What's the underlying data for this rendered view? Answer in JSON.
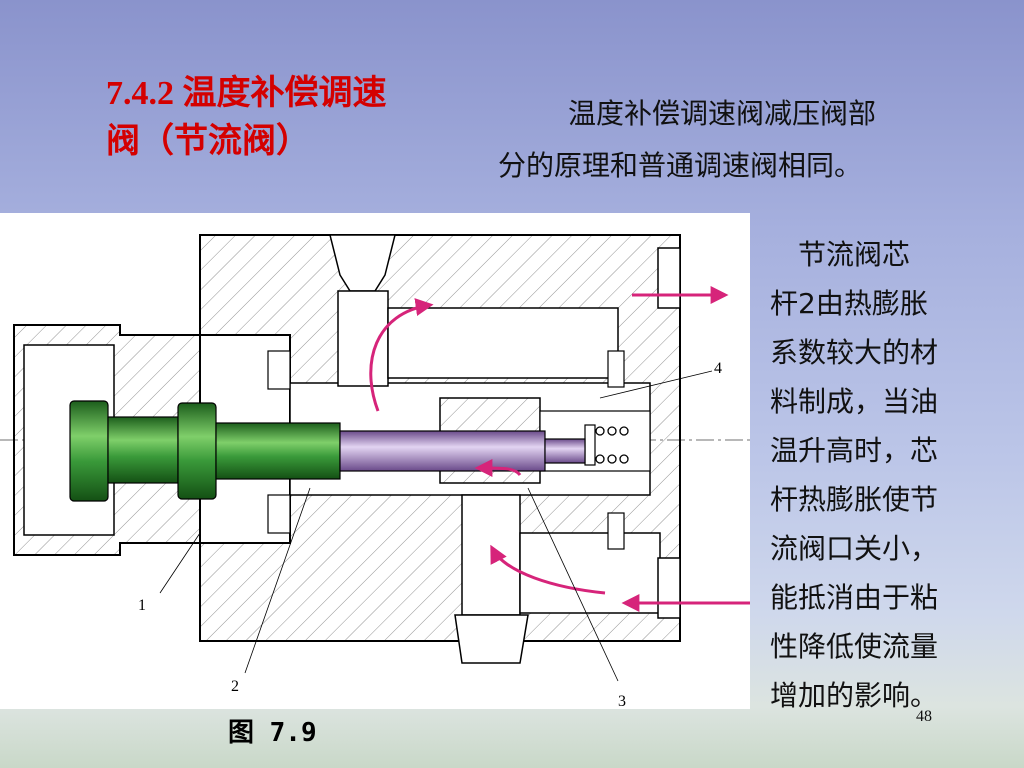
{
  "slide": {
    "title_line1": "7.4.2  温度补偿调速",
    "title_line2": "阀（节流阀）",
    "intro_line1": "温度补偿调速阀减压阀部",
    "intro_line2": "分的原理和普通调速阀相同。",
    "side_lines": [
      "　节流阀芯",
      "杆2由热膨胀",
      "系数较大的材",
      "料制成，当油",
      "温升高时，芯",
      "杆热膨胀使节",
      "流阀口关小，",
      "能抵消由于粘",
      "性降低使流量",
      "增加的影响。"
    ],
    "caption": "图 7.9",
    "page_number": "48"
  },
  "figure": {
    "labels": {
      "l1": "1",
      "l2": "2",
      "l3": "3",
      "l4": "4"
    },
    "colors": {
      "rod": "#2d8a2d",
      "core": "#b89ad4",
      "arrow": "#d6247a"
    }
  }
}
